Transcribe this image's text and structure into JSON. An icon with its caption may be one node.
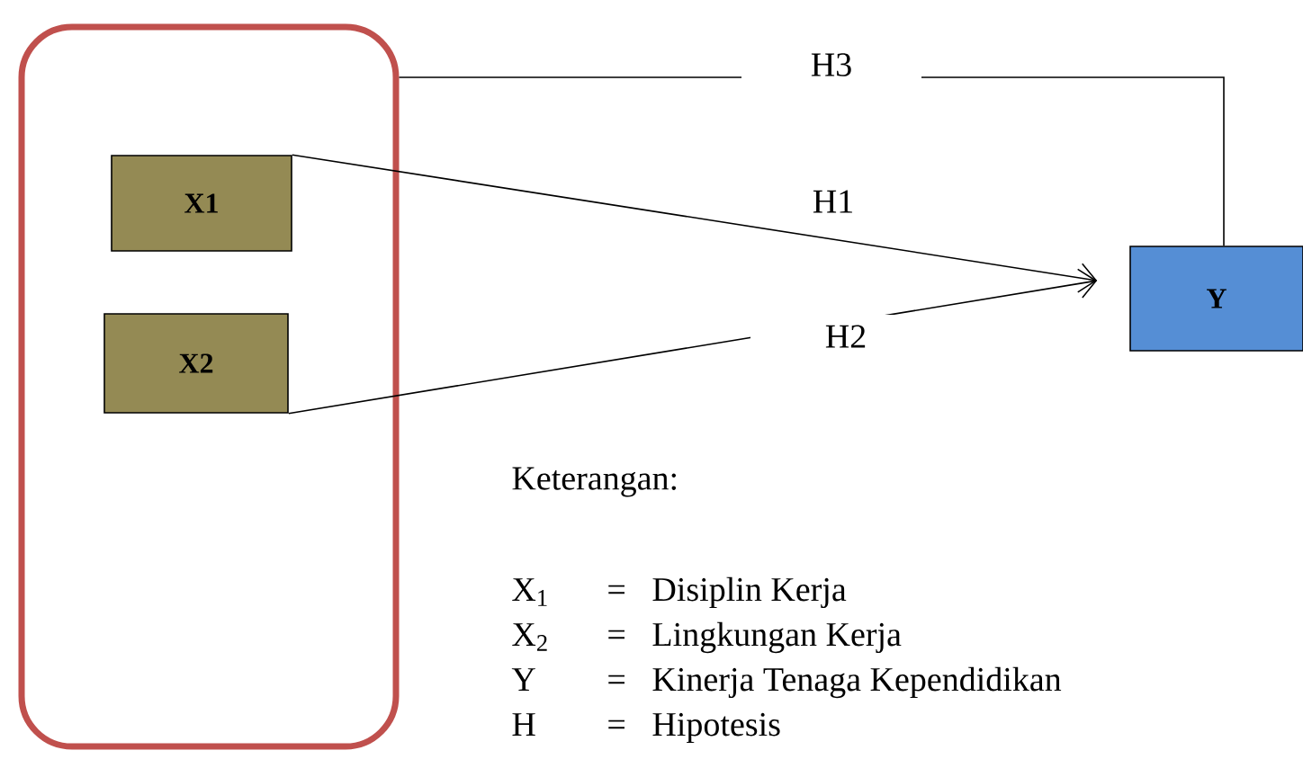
{
  "diagram": {
    "nodes": [
      {
        "text": [],
        "shape": "box"
      },
      {
        "text": [
          "X1"
        ],
        "in": 0
      },
      {
        "text": [
          "X2"
        ],
        "in": 0
      },
      {
        "text": [
          "Y"
        ]
      }
    ],
    "edges": [
      {
        "from": 0,
        "to": 3,
        "arrow": "none",
        "label": "H3"
      },
      {
        "from": 1,
        "to": 3,
        "arrow": "to",
        "label": "H1"
      },
      {
        "from": 2,
        "to": 3,
        "arrow": "to",
        "label": "H2"
      }
    ],
    "labels": [
      "Keterangan:",
      "X$_{1}$",
      "=",
      "Disiplin Kerja",
      "X$_{2}$",
      "=",
      "Lingkungan Kerja",
      "Y",
      "=",
      "Kinerja Tenaga Kependidikan",
      "H",
      "=",
      "Hipotesis"
    ]
  }
}
